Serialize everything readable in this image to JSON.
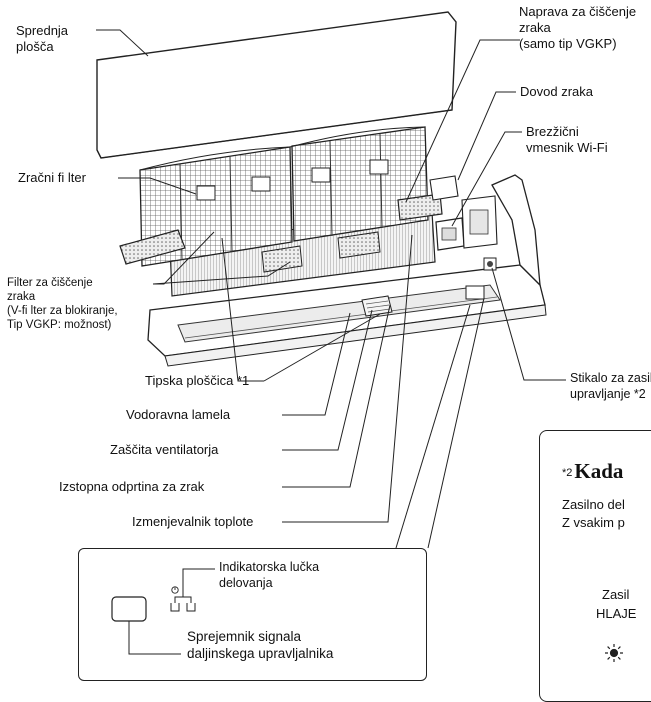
{
  "labels": {
    "front_panel": [
      "Sprednja",
      "plošča"
    ],
    "air_purifier": [
      "Naprava za čiščenje",
      "zraka",
      "(samo tip VGKP)"
    ],
    "air_inlet": "Dovod zraka",
    "wifi": [
      "Brezžični",
      "vmesnik Wi-Fi"
    ],
    "air_filter": "Zračni fi lter",
    "purifying_filter": [
      "Filter za čiščenje",
      "zraka",
      "(V-fi lter za blokiranje,",
      "Tip VGKP: možnost)"
    ],
    "nameplate": "Tipska ploščica *1",
    "flap": "Vodoravna lamela",
    "fan_guard": "Zaščita ventilatorja",
    "air_outlet": "Izstopna odprtina za zrak",
    "heat_exchanger": "Izmenjevalnik toplote",
    "emergency_switch": [
      "Stikalo za zasilno",
      "upravljanje *2"
    ]
  },
  "legend": {
    "indicator": [
      "Indikatorska lučka",
      "delovanja"
    ],
    "receiver": [
      "Sprejemnik signala",
      "daljinskega upravljalnika"
    ]
  },
  "note": {
    "superscript": "*2",
    "title": "Kada",
    "line1": "Zasilno del",
    "line2": "Z vsakim p",
    "line3": "Zasil",
    "line4": "HLAJE"
  }
}
